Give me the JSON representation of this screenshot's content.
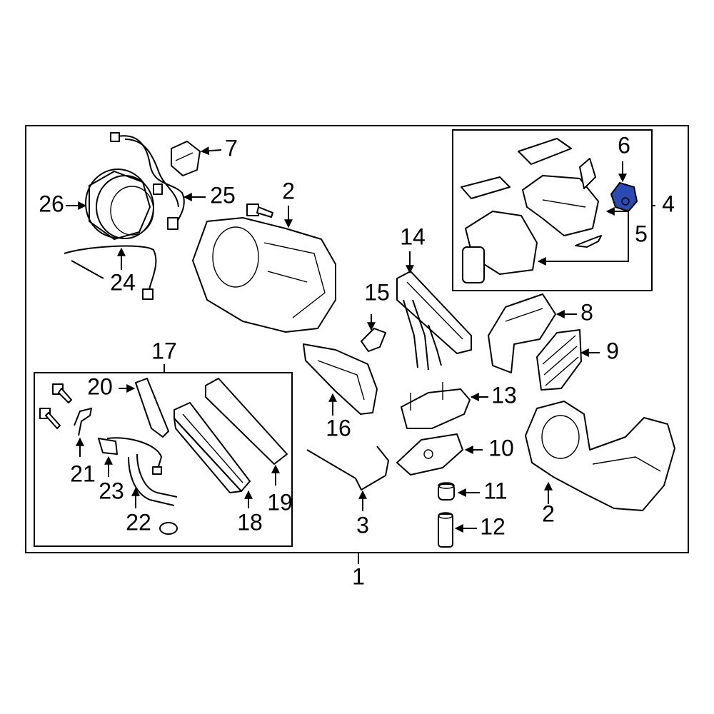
{
  "highlight_color": "#2b4bb3",
  "callouts": {
    "c1": "1",
    "c2a": "2",
    "c2b": "2",
    "c3": "3",
    "c4": "4",
    "c5": "5",
    "c6": "6",
    "c7": "7",
    "c8": "8",
    "c9": "9",
    "c10": "10",
    "c11": "11",
    "c12": "12",
    "c13": "13",
    "c14": "14",
    "c15": "15",
    "c16": "16",
    "c17": "17",
    "c18": "18",
    "c19": "19",
    "c20": "20",
    "c21": "21",
    "c22": "22",
    "c23": "23",
    "c24": "24",
    "c25": "25",
    "c26": "26"
  }
}
